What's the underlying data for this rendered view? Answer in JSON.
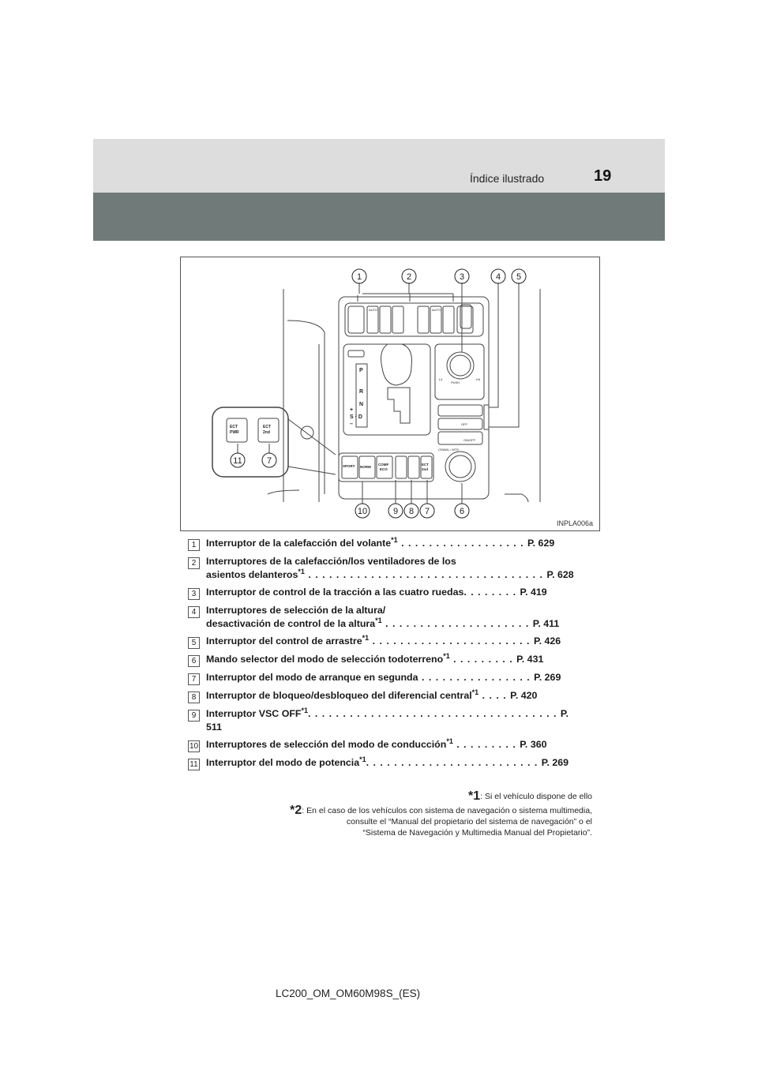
{
  "header": {
    "section": "Índice ilustrado",
    "page_number": "19"
  },
  "figure": {
    "code": "INPLA006a",
    "callouts_top": [
      "1",
      "2",
      "3",
      "4",
      "5"
    ],
    "callouts_bottom": [
      "10",
      "9",
      "8",
      "7",
      "6"
    ],
    "callouts_inset": [
      "11",
      "7"
    ],
    "labels": {
      "auto": "AUTO",
      "push": "PUSH",
      "lo": "L4",
      "hi": "H4",
      "off": "OFF",
      "on_off": "ON/OFF",
      "crawl": "CRAWL / MTS",
      "sport": "SPORT",
      "norm": "NORM",
      "comf": "COMF",
      "eco": "ECO",
      "ect": "ECT",
      "pwr": "PWR",
      "second": "2nd",
      "gear_p": "P",
      "gear_r": "R",
      "gear_n": "N",
      "gear_sd": "S · D",
      "plus": "+",
      "minus": "–"
    }
  },
  "items": [
    {
      "num": "1",
      "text": "Interruptor de la calefacción del volante",
      "sup": "*1",
      "dots": " . . . . . . . . . . . . . . . . . . ",
      "page": "P. 629"
    },
    {
      "num": "2",
      "text1": "Interruptores de la calefacción/los ventiladores de los",
      "text": "asientos delanteros",
      "sup": "*1",
      "dots": " . . . . . . . . . . . . . . . . . . . . . . . . . . . . . . . . . . ",
      "page": "P. 628"
    },
    {
      "num": "3",
      "text": "Interruptor de control de la tracción a las cuatro ruedas",
      "sup": "",
      "dots": ". . . . . . . . ",
      "page": "P. 419"
    },
    {
      "num": "4",
      "text1": "Interruptores de selección de la altura/",
      "text": "desactivación de control de la altura",
      "sup": "*1",
      "dots": " . . . . . . . . . . . . . . . . . . . . . ",
      "page": "P. 411"
    },
    {
      "num": "5",
      "text": "Interruptor del control de arrastre",
      "sup": "*1",
      "dots": " . . . . . . . . . . . . . . . . . . . . . . . ",
      "page": "P. 426"
    },
    {
      "num": "6",
      "text": "Mando selector del modo de selección todoterreno",
      "sup": "*1",
      "dots": " . . . . . . . . . ",
      "page": "P. 431"
    },
    {
      "num": "7",
      "text": "Interruptor del modo de arranque en segunda",
      "sup": "",
      "dots": " . . . . . . . . . . . . . . . . ",
      "page": "P. 269"
    },
    {
      "num": "8",
      "text": "Interruptor de bloqueo/desbloqueo del diferencial central",
      "sup": "*1",
      "dots": " . . . . ",
      "page": "P. 420"
    },
    {
      "num": "9",
      "text": "Interruptor VSC OFF",
      "sup": "*1",
      "dots": ". . . . . . . . . . . . . . . . . . . . . . . . . . . . . . . . . . . . ",
      "page": "P. 511"
    },
    {
      "num": "10",
      "text": "Interruptores de selección del modo de conducción",
      "sup": "*1",
      "dots": " . . . . . . . . . ",
      "page": "P. 360"
    },
    {
      "num": "11",
      "text": "Interruptor del modo de potencia",
      "sup": "*1",
      "dots": ". . . . . . . . . . . . . . . . . . . . . . . . . ",
      "page": "P. 269"
    }
  ],
  "footnotes": {
    "fn1_mark": "*1",
    "fn1_text": ": Si el vehículo dispone de ello",
    "fn2_mark": "*2",
    "fn2_line1": ": En el caso de los vehículos con sistema de navegación o sistema multimedia,",
    "fn2_line2": "consulte el “Manual del propietario del sistema de navegación” o el",
    "fn2_line3": "“Sistema de Navegación y Multimedia Manual del Propietario”."
  },
  "footer": {
    "code": "LC200_OM_OM60M98S_(ES)"
  }
}
